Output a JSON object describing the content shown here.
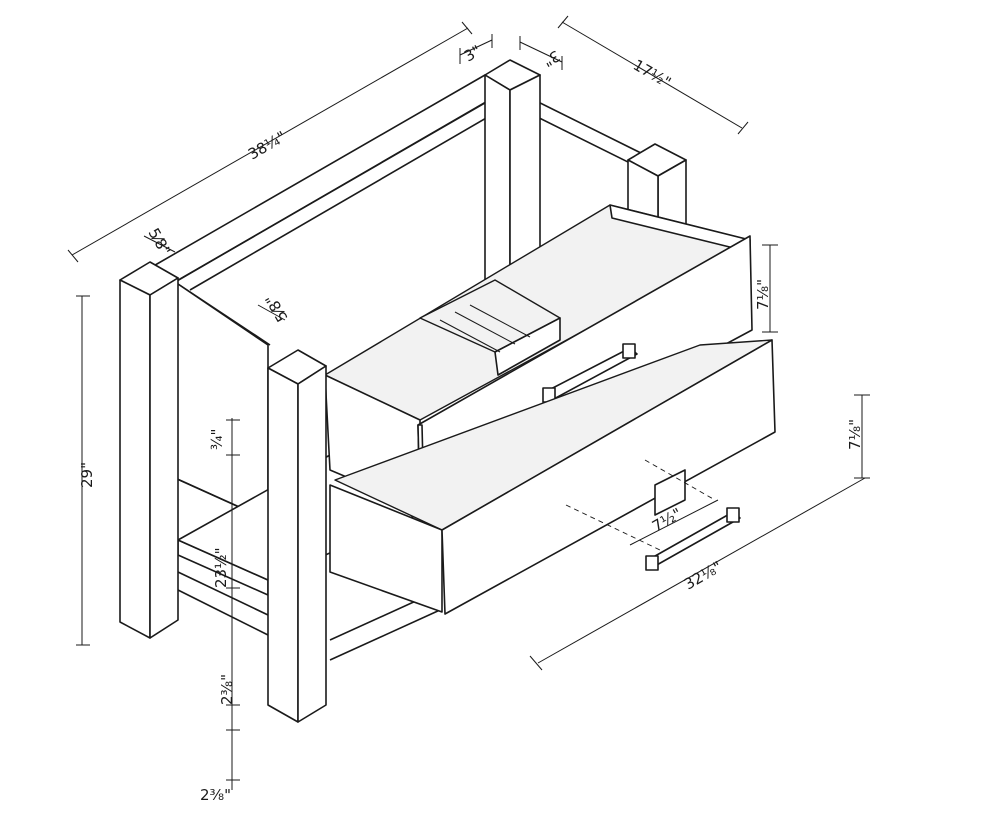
{
  "dimensions": {
    "width_top": "38¼\"",
    "post_width_a": "3\"",
    "post_width_b": "3\"",
    "depth_top": "17½\"",
    "rail_left": "5⁄8\"",
    "rail_inner": "5⁄8\"",
    "height_total": "29\"",
    "drawer_upper_height": "7⅛\"",
    "drawer_lower_height": "7⅛\"",
    "front_offset": "¾\"",
    "shelf_clearance": "23½\"",
    "shelf_thickness": "2⅜\"",
    "foot_height": "2⅜\"",
    "handle_spacing": "7½\"",
    "drawer_width": "32⅛\""
  }
}
